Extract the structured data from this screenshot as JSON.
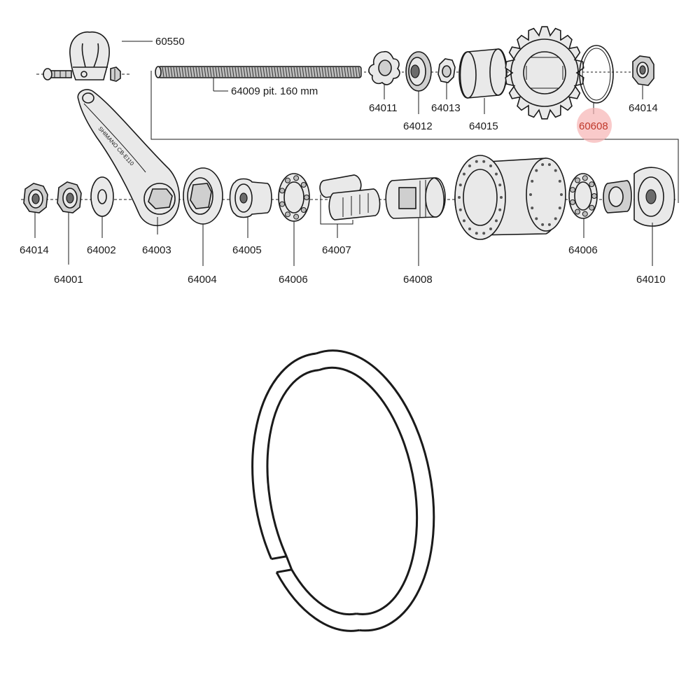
{
  "parts": {
    "p60550": "60550",
    "p64009": "64009 pit. 160 mm",
    "p64011": "64011",
    "p64012": "64012",
    "p64013": "64013",
    "p64015": "64015",
    "p60608": "60608",
    "p64014_top": "64014",
    "p64014_left": "64014",
    "p64001": "64001",
    "p64002": "64002",
    "p64003": "64003",
    "p64004": "64004",
    "p64005": "64005",
    "p64006_left": "64006",
    "p64007": "64007",
    "p64008": "64008",
    "p64006_right": "64006",
    "p64010": "64010"
  },
  "highlight": {
    "part": "60608",
    "color": "#f4a6a6"
  },
  "arm_marking": "SHIMANO CB-E110"
}
